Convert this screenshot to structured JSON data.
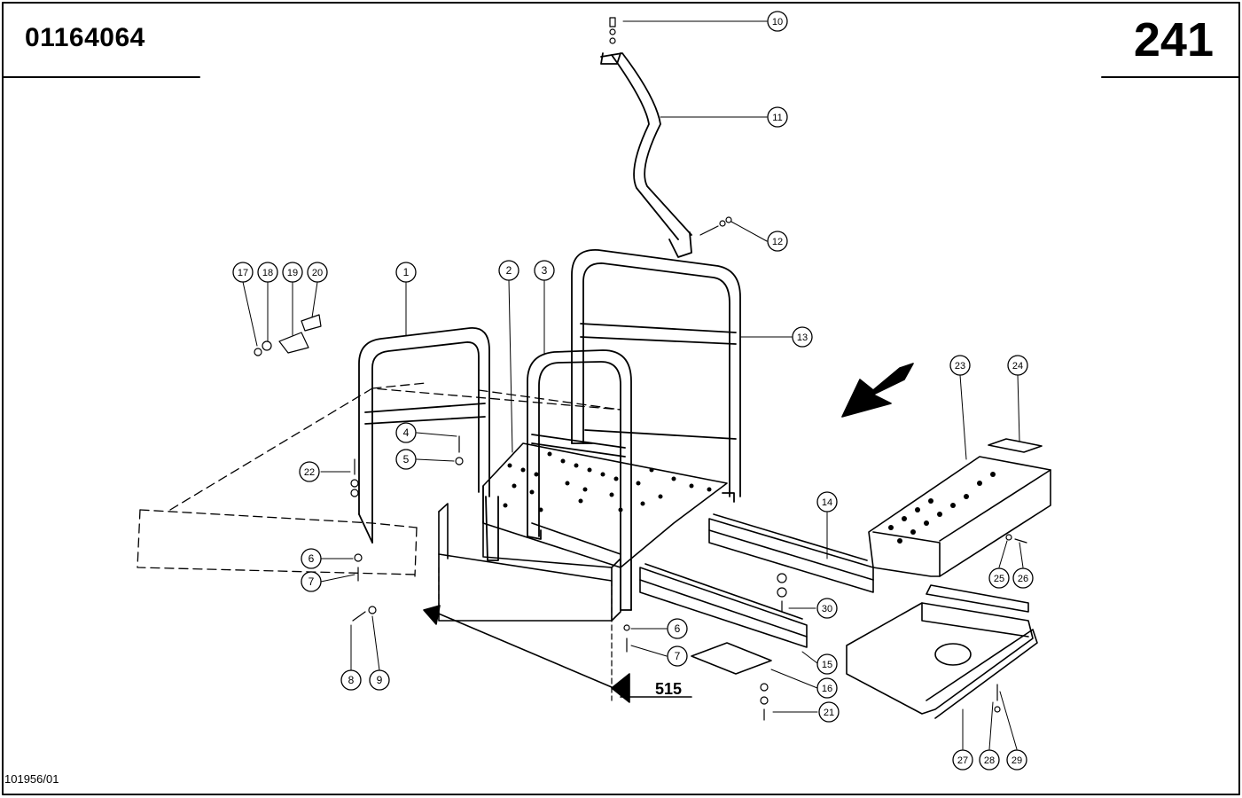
{
  "header": {
    "part_number": "01164064",
    "page_number": "241"
  },
  "footer": {
    "drawing_reference": "101956/01"
  },
  "dimension": {
    "label": "515"
  },
  "callouts": [
    "1",
    "2",
    "3",
    "4",
    "5",
    "6",
    "7",
    "8",
    "9",
    "10",
    "11",
    "12",
    "13",
    "14",
    "15",
    "16",
    "17",
    "18",
    "19",
    "20",
    "21",
    "22",
    "23",
    "24",
    "25",
    "26",
    "27",
    "28",
    "29",
    "30",
    "6",
    "7"
  ],
  "colors": {
    "ink": "#000000",
    "paper": "#ffffff"
  }
}
